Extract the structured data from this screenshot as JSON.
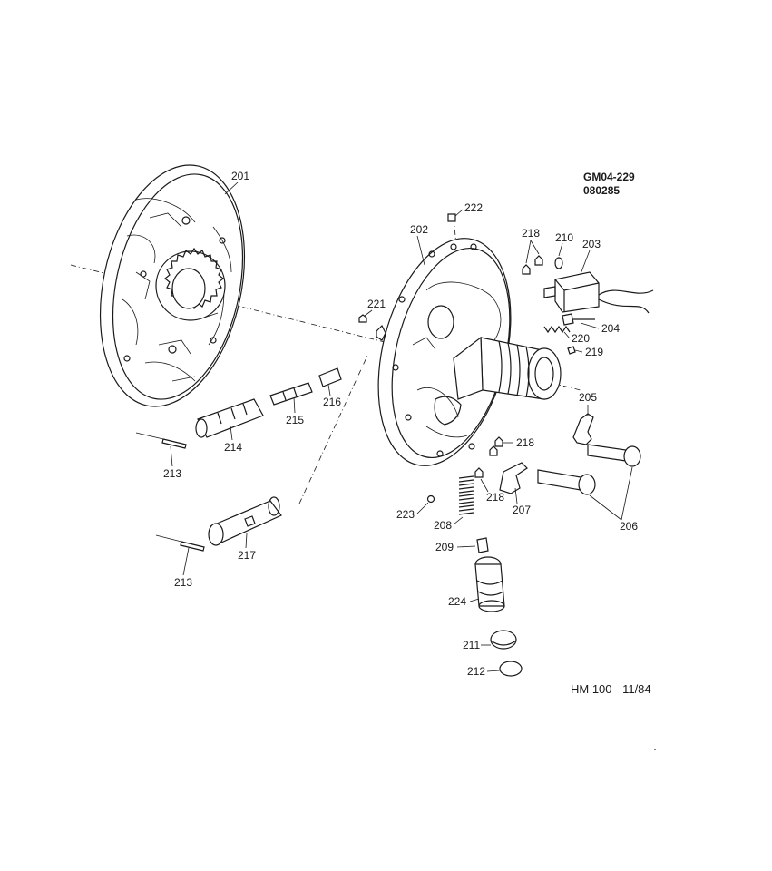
{
  "drawing": {
    "ref_code": "GM04-229",
    "ref_date": "080285",
    "footer": "HM 100 - 11/84"
  },
  "callouts": {
    "c201": "201",
    "c202": "202",
    "c203": "203",
    "c204": "204",
    "c205": "205",
    "c206": "206",
    "c207": "207",
    "c208": "208",
    "c209": "209",
    "c210": "210",
    "c211": "211",
    "c212": "212",
    "c213a": "213",
    "c213b": "213",
    "c214": "214",
    "c215": "215",
    "c216": "216",
    "c217": "217",
    "c218a": "218",
    "c218b": "218",
    "c218c": "218",
    "c219": "219",
    "c220": "220",
    "c221": "221",
    "c222": "222",
    "c223": "223",
    "c224": "224"
  }
}
